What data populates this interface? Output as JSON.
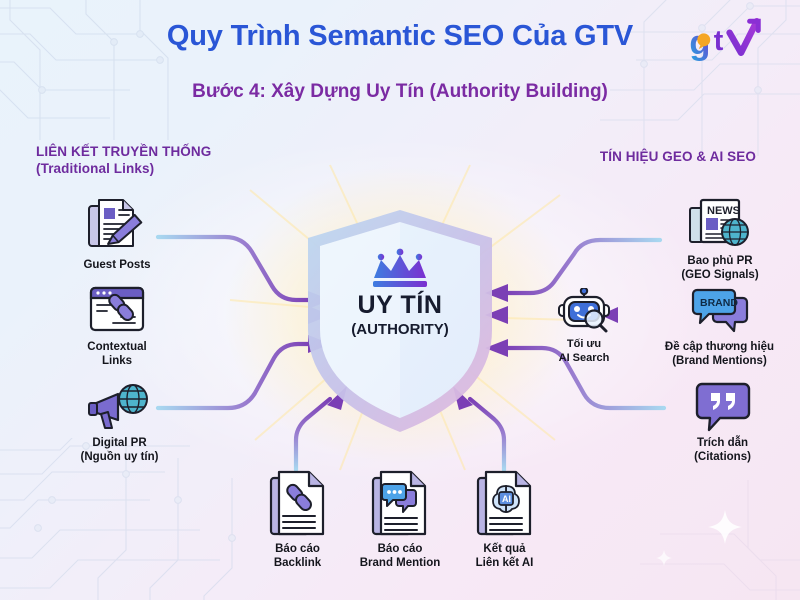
{
  "header": {
    "title": "Quy Trình Semantic SEO Của GTV",
    "subtitle": "Bước 4: Xây Dựng Uy Tín (Authority Building)",
    "logo_text": "gtv"
  },
  "sections": {
    "left": {
      "line1": "LIÊN KẾT TRUYỀN THỐNG",
      "line2": "(Traditional Links)"
    },
    "right": {
      "line1": "TÍN HIỆU GEO & AI SEO",
      "line2": ""
    }
  },
  "center": {
    "main": "UY TÍN",
    "sub": "(AUTHORITY)",
    "icon": "crown-icon"
  },
  "left_nodes": [
    {
      "label": "Guest Posts",
      "icon": "documents-pencil-icon"
    },
    {
      "label": "Contextual\nLinks",
      "icon": "browser-link-icon"
    },
    {
      "label": "Digital PR\n(Nguồn uy tín)",
      "icon": "megaphone-globe-icon"
    }
  ],
  "right_nodes": [
    {
      "label": "Bao phủ PR\n(GEO Signals)",
      "icon": "newspaper-globe-icon"
    },
    {
      "label": "Đề cập thương hiệu\n(Brand Mentions)",
      "icon": "brand-chat-icon"
    },
    {
      "label": "Trích dẫn\n(Citations)",
      "icon": "quote-bubble-icon"
    }
  ],
  "middle_node": {
    "label": "Tối ưu\nAI Search",
    "icon": "robot-search-icon"
  },
  "bottom_nodes": [
    {
      "label": "Báo cáo\nBacklink",
      "icon": "report-link-icon"
    },
    {
      "label": "Báo cáo\nBrand Mention",
      "icon": "report-chat-icon"
    },
    {
      "label": "Kết quả\nLiên kết AI",
      "icon": "report-ai-icon"
    }
  ],
  "colors": {
    "title": "#2a56d6",
    "subtitle": "#7b2ba3",
    "section_header": "#6e2b9e",
    "arrow_start": "#9fd4ee",
    "arrow_end": "#7b3fb5",
    "icon_purple": "#6b5ec4",
    "icon_blue": "#3f6fd8",
    "accent_teal": "#3aa8c1"
  }
}
